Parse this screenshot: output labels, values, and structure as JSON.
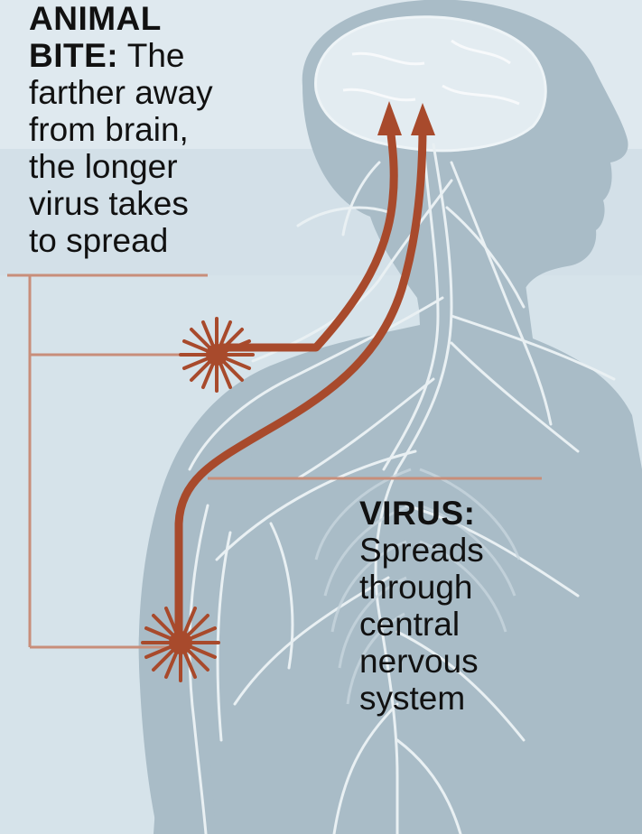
{
  "colors": {
    "background_band_top": "#dde8ee",
    "background_band_mid": "#d1dfe7",
    "silhouette": "#a9bcc7",
    "nerves": "#e9f0f3",
    "virus_path": "#a84a2c",
    "callout_line": "#c88e7a"
  },
  "bite_callout": {
    "heading_line1": "ANIMAL",
    "heading_word2": "BITE:",
    "text_after_heading": "The",
    "lines": [
      "farther away",
      "from brain,",
      "the longer",
      "virus takes",
      "to spread"
    ]
  },
  "virus_callout": {
    "heading": "VIRUS:",
    "lines": [
      "Spreads",
      "through",
      "central",
      "nervous",
      "system"
    ]
  },
  "icons": {
    "bite_marks": "starburst-icon",
    "path_arrows": "arrowhead-icon"
  }
}
